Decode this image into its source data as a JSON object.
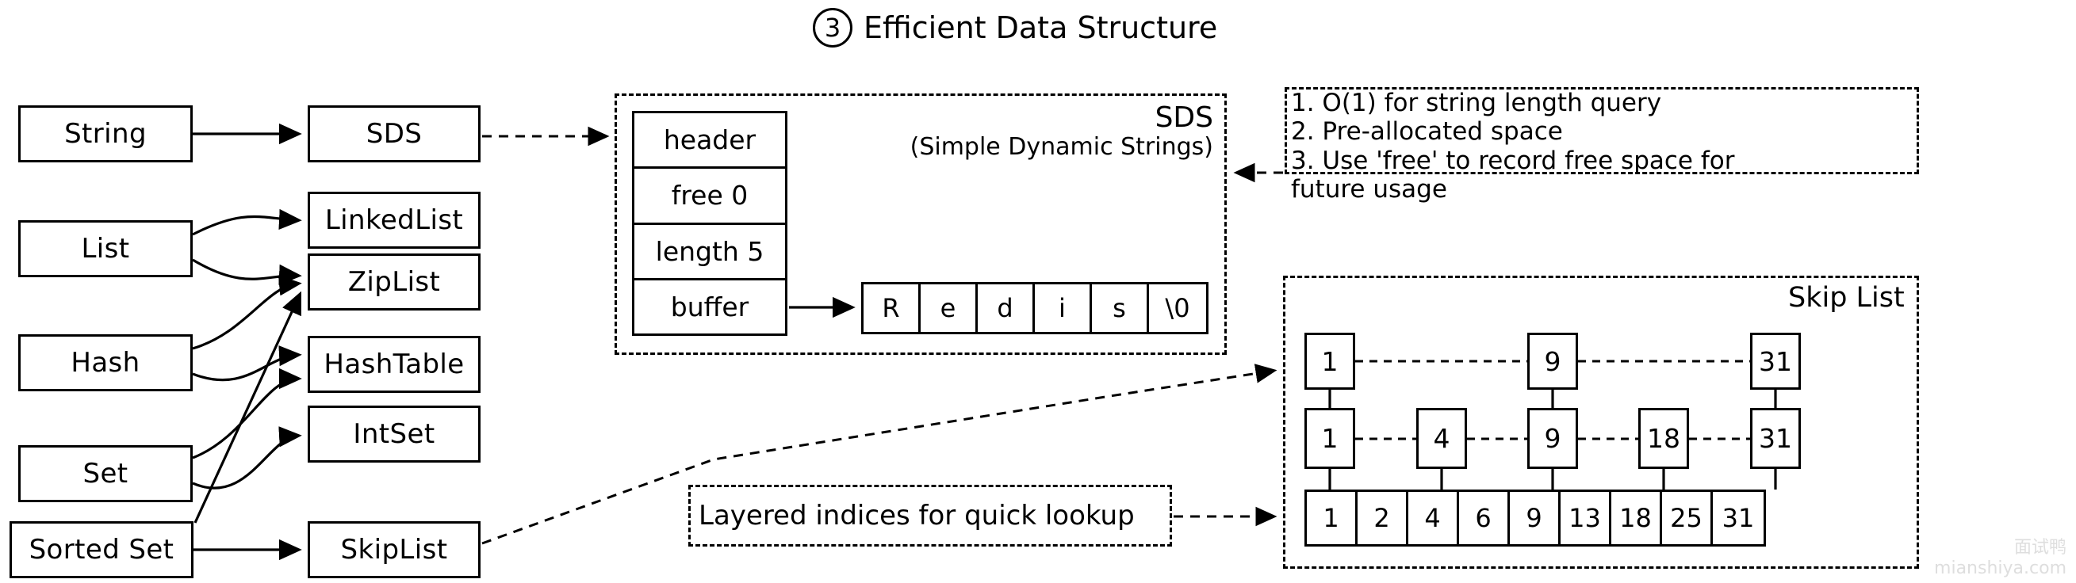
{
  "title": {
    "badge": "3",
    "text": "Efficient Data Structure"
  },
  "left_column": [
    {
      "label": "String"
    },
    {
      "label": "List"
    },
    {
      "label": "Hash"
    },
    {
      "label": "Set"
    },
    {
      "label": "Sorted Set"
    }
  ],
  "right_column": [
    {
      "label": "SDS"
    },
    {
      "label": "LinkedList"
    },
    {
      "label": "ZipList"
    },
    {
      "label": "HashTable"
    },
    {
      "label": "IntSet"
    },
    {
      "label": "SkipList"
    }
  ],
  "sds_panel": {
    "title": "SDS",
    "subtitle": "(Simple Dynamic Strings)",
    "struct_rows": [
      "header",
      "free 0",
      "length 5",
      "buffer"
    ],
    "buffer_cells": [
      "R",
      "e",
      "d",
      "i",
      "s",
      "\\0"
    ]
  },
  "notes_panel": {
    "items": [
      "1. O(1) for string length query",
      "2. Pre-allocated space",
      "3. Use 'free' to record free space for",
      "future usage"
    ]
  },
  "skip_panel": {
    "title": "Skip List",
    "levels": {
      "top": [
        "1",
        "9",
        "31"
      ],
      "middle": [
        "1",
        "4",
        "9",
        "18",
        "31"
      ],
      "bottom": [
        "1",
        "2",
        "4",
        "6",
        "9",
        "13",
        "18",
        "25",
        "31"
      ]
    }
  },
  "layered_box": {
    "text": "Layered indices for quick lookup"
  },
  "watermark": {
    "cn": "面试鸭",
    "en": "mianshiya.com"
  },
  "colors": {
    "stroke": "#000000",
    "background": "#ffffff",
    "watermark": "#dedede"
  }
}
